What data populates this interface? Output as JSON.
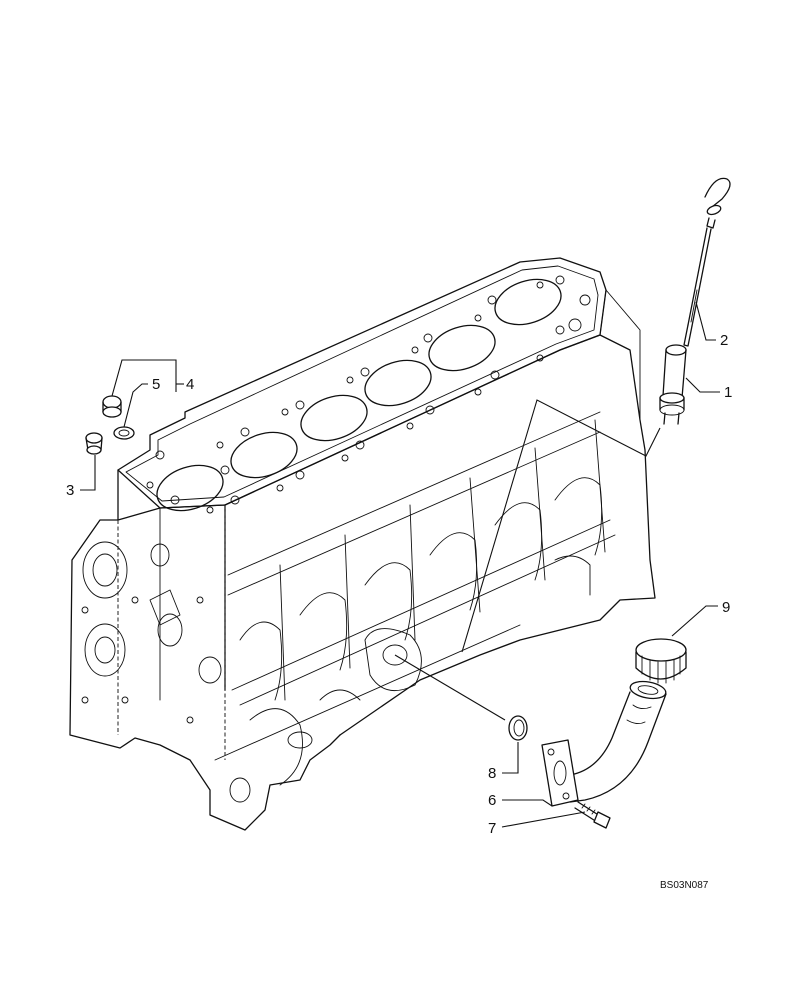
{
  "callouts": {
    "c1": "1",
    "c2": "2",
    "c3": "3",
    "c4": "4",
    "c5": "5",
    "c6": "6",
    "c7": "7",
    "c8": "8",
    "c9": "9"
  },
  "reference_code": "BS03N087"
}
